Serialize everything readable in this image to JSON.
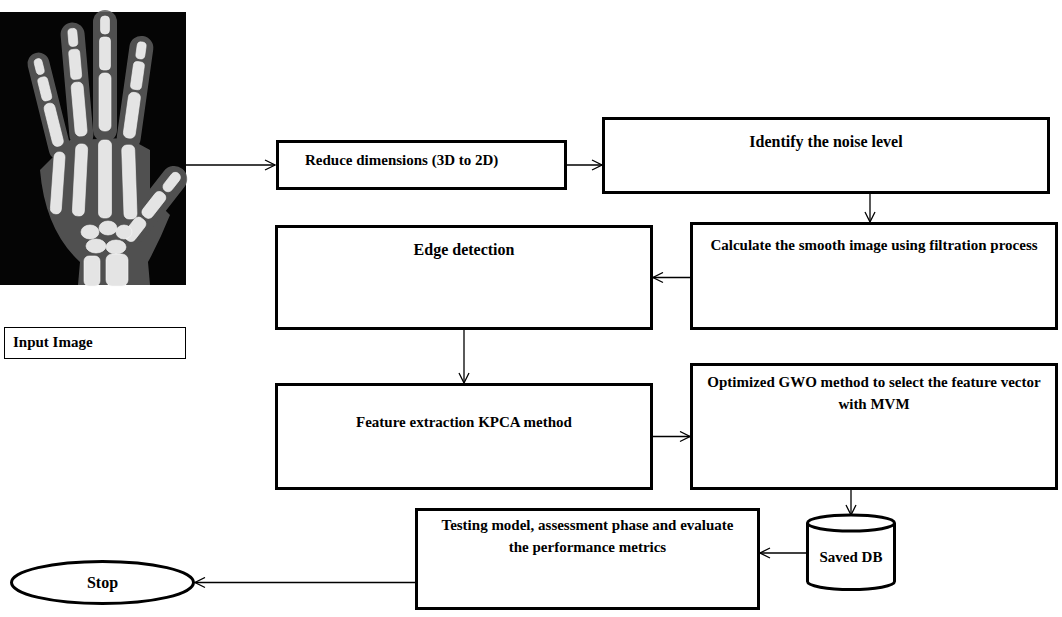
{
  "diagram": {
    "nodes": [
      {
        "text": [
          "Input Image"
        ]
      },
      {
        "text": [
          "Reduce dimensions (3D to 2D)"
        ]
      },
      {
        "text": [
          "Identify the noise level"
        ]
      },
      {
        "text": [
          "Calculate the smooth image using filtration process"
        ]
      },
      {
        "text": [
          "Edge detection"
        ]
      },
      {
        "text": [
          "Feature extraction KPCA method"
        ]
      },
      {
        "text": [
          "Optimized GWO method to select the feature vector with MVM"
        ]
      },
      {
        "text": [
          "Saved DB"
        ]
      },
      {
        "text": [
          "Testing model, assessment phase and evaluate the performance metrics"
        ]
      },
      {
        "text": [
          "Stop"
        ]
      }
    ],
    "edges": [
      {
        "from": 1,
        "to": 2,
        "arrow": "to"
      },
      {
        "from": 2,
        "to": 3,
        "arrow": "to"
      },
      {
        "from": 3,
        "to": 4,
        "arrow": "to"
      },
      {
        "from": 4,
        "to": 5,
        "arrow": "to"
      },
      {
        "from": 5,
        "to": 6,
        "arrow": "to"
      },
      {
        "from": 6,
        "to": 7,
        "arrow": "to"
      },
      {
        "from": 7,
        "to": 8,
        "arrow": "to"
      },
      {
        "from": 8,
        "to": 9,
        "arrow": "to"
      }
    ]
  }
}
